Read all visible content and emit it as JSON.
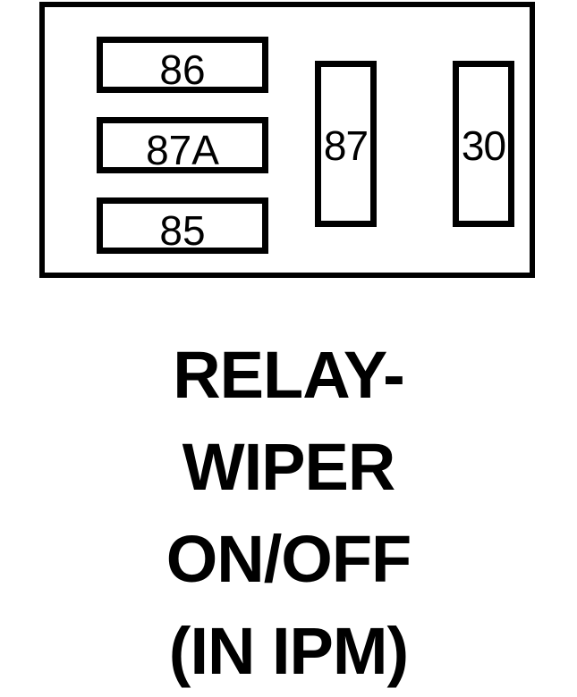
{
  "diagram": {
    "type": "relay-pinout",
    "shape": "rectangular-connector",
    "background_color": "#ffffff",
    "line_color": "#000000",
    "terminals": [
      {
        "id": "86",
        "label": "86",
        "orientation": "horizontal",
        "position": "left-top"
      },
      {
        "id": "87a",
        "label": "87A",
        "orientation": "horizontal",
        "position": "left-middle"
      },
      {
        "id": "85",
        "label": "85",
        "orientation": "horizontal",
        "position": "left-bottom"
      },
      {
        "id": "87",
        "label": "87",
        "orientation": "vertical",
        "position": "center-right"
      },
      {
        "id": "30",
        "label": "30",
        "orientation": "vertical",
        "position": "far-right"
      }
    ]
  },
  "caption": {
    "full_text": "RELAY-WIPER ON/OFF (IN IPM)",
    "lines": [
      "RELAY-",
      "WIPER",
      "ON/OFF",
      "(IN IPM)"
    ]
  }
}
